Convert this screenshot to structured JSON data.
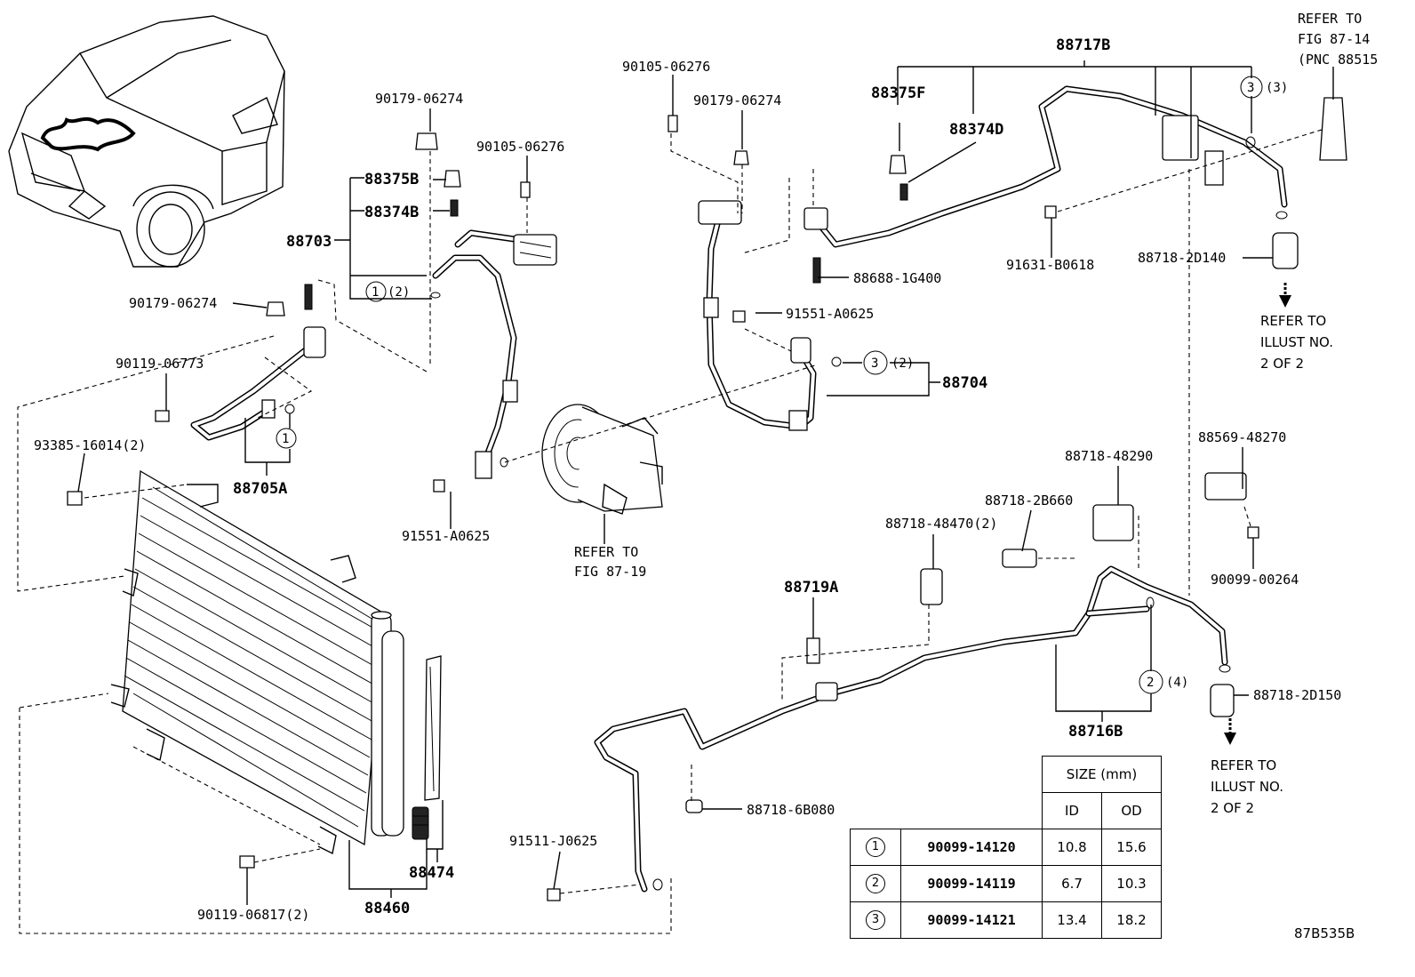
{
  "callouts": {
    "p_88717B": "88717B",
    "p_88375F": "88375F",
    "p_88374D": "88374D",
    "p_90105_a": "90105-06276",
    "p_90179_a": "90179-06274",
    "p_90179_b": "90179-06274",
    "p_90105_b": "90105-06276",
    "p_88375B": "88375B",
    "p_88374B": "88374B",
    "p_88703": "88703",
    "p_90179_c": "90179-06274",
    "p_90119_a": "90119-06773",
    "p_93385": "93385-16014(2)",
    "p_88705A": "88705A",
    "p_91551_a": "91551-A0625",
    "p_91551_b": "91551-A0625",
    "p_88688": "88688-1G400",
    "p_88704": "88704",
    "p_91631": "91631-B0618",
    "p_2D140": "88718-2D140",
    "p_48290": "88718-48290",
    "p_2B660": "88718-2B660",
    "p_48470": "88718-48470(2)",
    "p_88719A": "88719A",
    "p_88569": "88569-48270",
    "p_90099": "90099-00264",
    "p_2D150": "88718-2D150",
    "p_88716B": "88716B",
    "p_6B080": "88718-6B080",
    "p_91511": "91511-J0625",
    "p_88474": "88474",
    "p_88460": "88460",
    "p_90119_b": "90119-06817(2)"
  },
  "circled": {
    "c1_a": "1",
    "c1_a_qty": "(2)",
    "c1_b": "1",
    "c3_a": "3",
    "c3_a_qty": "(2)",
    "c3_b": "3",
    "c3_b_qty": "(3)",
    "c2": "2",
    "c2_qty": "(4)"
  },
  "refs": {
    "fig_8714_l1": "REFER TO",
    "fig_8714_l2": "FIG 87-14",
    "fig_8714_l3": "(PNC 88515",
    "fig_8719_l1": "REFER TO",
    "fig_8719_l2": "FIG 87-19",
    "illust_a_l1": "REFER TO",
    "illust_a_l2": "ILLUST NO.",
    "illust_a_l3": "2 OF 2",
    "illust_b_l1": "REFER TO",
    "illust_b_l2": "ILLUST NO.",
    "illust_b_l3": "2 OF 2"
  },
  "size_table": {
    "header": "SIZE (mm)",
    "col_id": "ID",
    "col_od": "OD",
    "rows": [
      {
        "symbol": "1",
        "part": "90099-14120",
        "id": "10.8",
        "od": "15.6"
      },
      {
        "symbol": "2",
        "part": "90099-14119",
        "id": "6.7",
        "od": "10.3"
      },
      {
        "symbol": "3",
        "part": "90099-14121",
        "id": "13.4",
        "od": "18.2"
      }
    ]
  },
  "figure_code": "87B535B"
}
